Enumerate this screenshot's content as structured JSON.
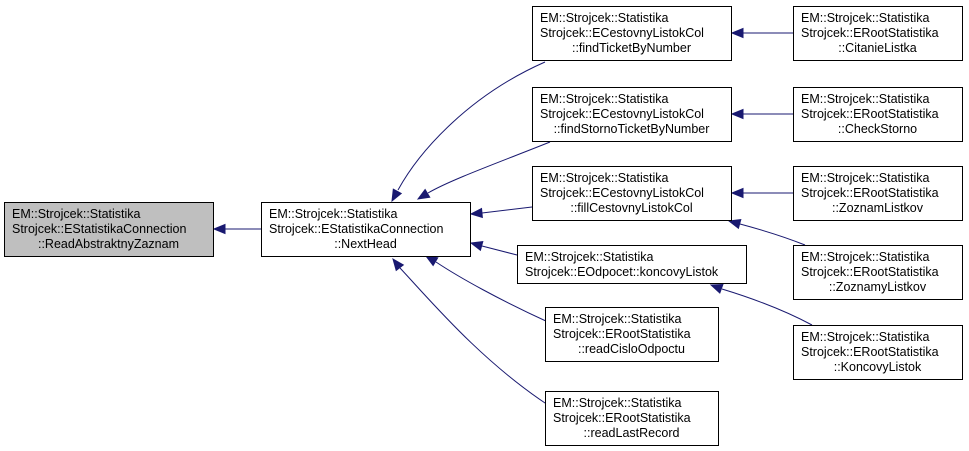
{
  "nodes": {
    "root": {
      "lines": [
        "EM::Strojcek::Statistika",
        "Strojcek::EStatistikaConnection",
        "::ReadAbstraktnyZaznam"
      ]
    },
    "nexthead": {
      "lines": [
        "EM::Strojcek::Statistika",
        "Strojcek::EStatistikaConnection",
        "::NextHead"
      ]
    },
    "findticket": {
      "lines": [
        "EM::Strojcek::Statistika",
        "Strojcek::ECestovnyListokCol",
        "::findTicketByNumber"
      ]
    },
    "findstorno": {
      "lines": [
        "EM::Strojcek::Statistika",
        "Strojcek::ECestovnyListokCol",
        "::findStornoTicketByNumber"
      ]
    },
    "fillcol": {
      "lines": [
        "EM::Strojcek::Statistika",
        "Strojcek::ECestovnyListokCol",
        "::fillCestovnyListokCol"
      ]
    },
    "koncovy": {
      "lines": [
        "EM::Strojcek::Statistika",
        "Strojcek::EOdpocet::koncovyListok"
      ]
    },
    "readcislo": {
      "lines": [
        "EM::Strojcek::Statistika",
        "Strojcek::ERootStatistika",
        "::readCisloOdpoctu"
      ]
    },
    "readlast": {
      "lines": [
        "EM::Strojcek::Statistika",
        "Strojcek::ERootStatistika",
        "::readLastRecord"
      ]
    },
    "citanie": {
      "lines": [
        "EM::Strojcek::Statistika",
        "Strojcek::ERootStatistika",
        "::CitanieListka"
      ]
    },
    "checkstorno": {
      "lines": [
        "EM::Strojcek::Statistika",
        "Strojcek::ERootStatistika",
        "::CheckStorno"
      ]
    },
    "zoznam": {
      "lines": [
        "EM::Strojcek::Statistika",
        "Strojcek::ERootStatistika",
        "::ZoznamListkov"
      ]
    },
    "zoznamy": {
      "lines": [
        "EM::Strojcek::Statistika",
        "Strojcek::ERootStatistika",
        "::ZoznamyListkov"
      ]
    },
    "koncovyRoot": {
      "lines": [
        "EM::Strojcek::Statistika",
        "Strojcek::ERootStatistika",
        "::KoncovyListok"
      ]
    }
  },
  "colors": {
    "edge": "#191970",
    "root_fill": "#bfbfbf"
  }
}
